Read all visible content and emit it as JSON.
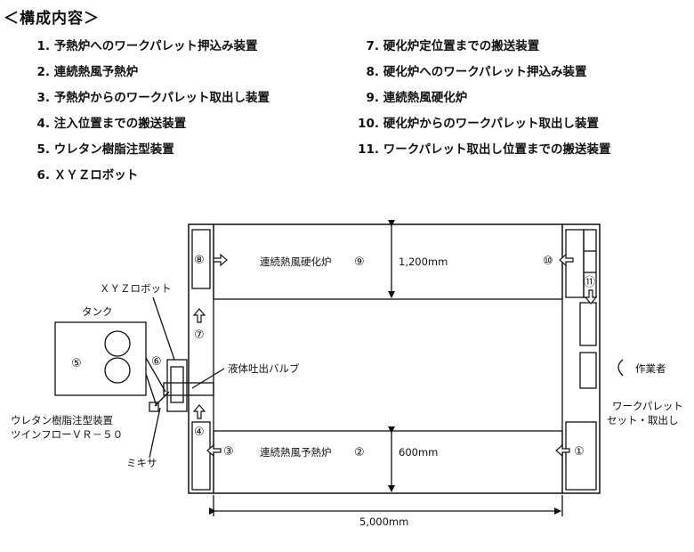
{
  "heading": "＜構成内容＞",
  "components": [
    {
      "num": "1.",
      "text": "予熱炉へのワークパレット押込み装置"
    },
    {
      "num": "2.",
      "text": "連続熱風予熱炉"
    },
    {
      "num": "3.",
      "text": "予熱炉からのワークパレット取出し装置"
    },
    {
      "num": "4.",
      "text": "注入位置までの搬送装置"
    },
    {
      "num": "5.",
      "text": "ウレタン樹脂注型装置"
    },
    {
      "num": "6.",
      "text": "ＸＹＺロボット"
    },
    {
      "num": "7.",
      "text": "硬化炉定位置までの搬送装置"
    },
    {
      "num": "8.",
      "text": "硬化炉へのワークパレット押込み装置"
    },
    {
      "num": "9.",
      "text": "連続熱風硬化炉"
    },
    {
      "num": "10.",
      "text": "硬化炉からのワークパレット取出し装置"
    },
    {
      "num": "11.",
      "text": "ワークパレット取出し位置までの搬送装置"
    }
  ],
  "diagram": {
    "curing_furnace": "連続熱風硬化炉",
    "preheat_furnace": "連続熱風予熱炉",
    "curing_height": "1,200mm",
    "preheat_height": "600mm",
    "total_length": "5,000mm",
    "tank": "タンク",
    "xyz_robot": "ＸＹＺロボット",
    "valve": "液体吐出バルブ",
    "operator": "作業者",
    "pallet_set_line1": "ワークパレット",
    "pallet_set_line2": "セット・取出し",
    "mixer": "ミキサ",
    "caster_line1": "ウレタン樹脂注型装置",
    "caster_line2": "ツインフローＶＲ－５０",
    "markers": [
      "①",
      "②",
      "③",
      "④",
      "⑤",
      "⑥",
      "⑦",
      "⑧",
      "⑨",
      "⑩",
      "⑪"
    ]
  }
}
